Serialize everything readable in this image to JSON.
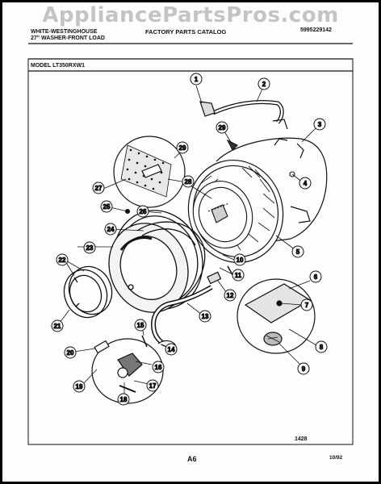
{
  "watermark": "AppliancePartsPros.com",
  "header": {
    "brand": "WHITE-WESTINGHOUSE",
    "product": "27\" WASHER-FRONT LOAD",
    "catalog": "FACTORY PARTS CATALOG",
    "catalog_number": "5995229142",
    "model": "MODEL LT350RXW1"
  },
  "footer": {
    "figure_number": "1428",
    "page": "A6",
    "date": "10/92"
  },
  "callouts": [
    "1",
    "2",
    "3",
    "4",
    "5",
    "6",
    "7",
    "8",
    "9",
    "10",
    "11",
    "12",
    "13",
    "14",
    "15",
    "16",
    "17",
    "18",
    "19",
    "20",
    "21",
    "22",
    "23",
    "24",
    "25",
    "26",
    "27",
    "28",
    "29"
  ]
}
